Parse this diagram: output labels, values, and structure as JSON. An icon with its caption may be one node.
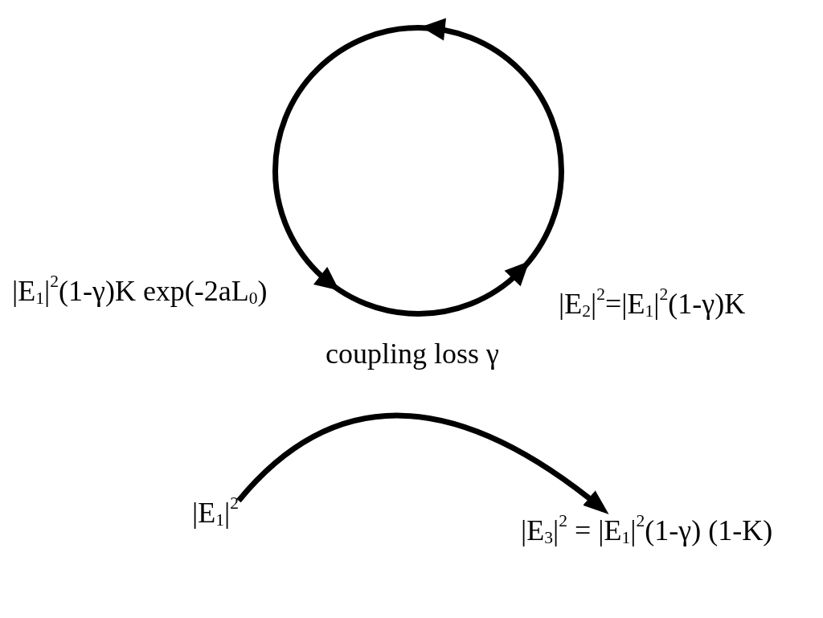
{
  "diagram": {
    "nodes": [
      {
        "text": [],
        "shape": "circle",
        "beside": [
          "|E$_{1}$|$^{2}$(1-γ)K exp(-2aL$_{0}$)",
          "|E$_{2}$|$^{2}$=|E$_{1}$|$^{2}$(1-γ)K"
        ]
      },
      {
        "text": [
          "|E$_{1}$|$^{2}$"
        ]
      },
      {
        "text": [
          "|E$_{3}$|$^{2}$ = |E$_{1}$|$^{2}$(1-γ) (1-K)"
        ]
      }
    ],
    "edges": [
      {
        "from": 1,
        "to": 2,
        "arrow": "to"
      }
    ],
    "labels": [
      "coupling loss γ"
    ]
  }
}
